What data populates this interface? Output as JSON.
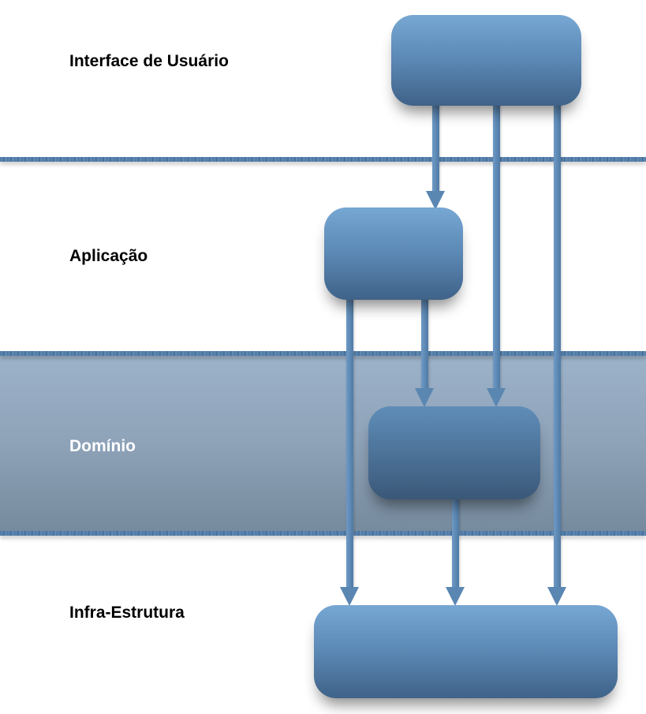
{
  "layers": [
    {
      "id": "ui",
      "label": "Interface de Usuário"
    },
    {
      "id": "application",
      "label": "Aplicação"
    },
    {
      "id": "domain",
      "label": "Domínio"
    },
    {
      "id": "infrastructure",
      "label": "Infra-Estrutura"
    }
  ],
  "dependencies": [
    {
      "from": "Interface de Usuário",
      "to": "Aplicação"
    },
    {
      "from": "Interface de Usuário",
      "to": "Domínio"
    },
    {
      "from": "Interface de Usuário",
      "to": "Infra-Estrutura"
    },
    {
      "from": "Aplicação",
      "to": "Domínio"
    },
    {
      "from": "Aplicação",
      "to": "Infra-Estrutura"
    },
    {
      "from": "Domínio",
      "to": "Infra-Estrutura"
    }
  ],
  "colors": {
    "box_top": "#77a7d3",
    "box_bottom": "#3f6288",
    "divider": "#4f7aa6",
    "domain_band_top": "#9db3c9",
    "domain_band_bottom": "#768a9d"
  }
}
